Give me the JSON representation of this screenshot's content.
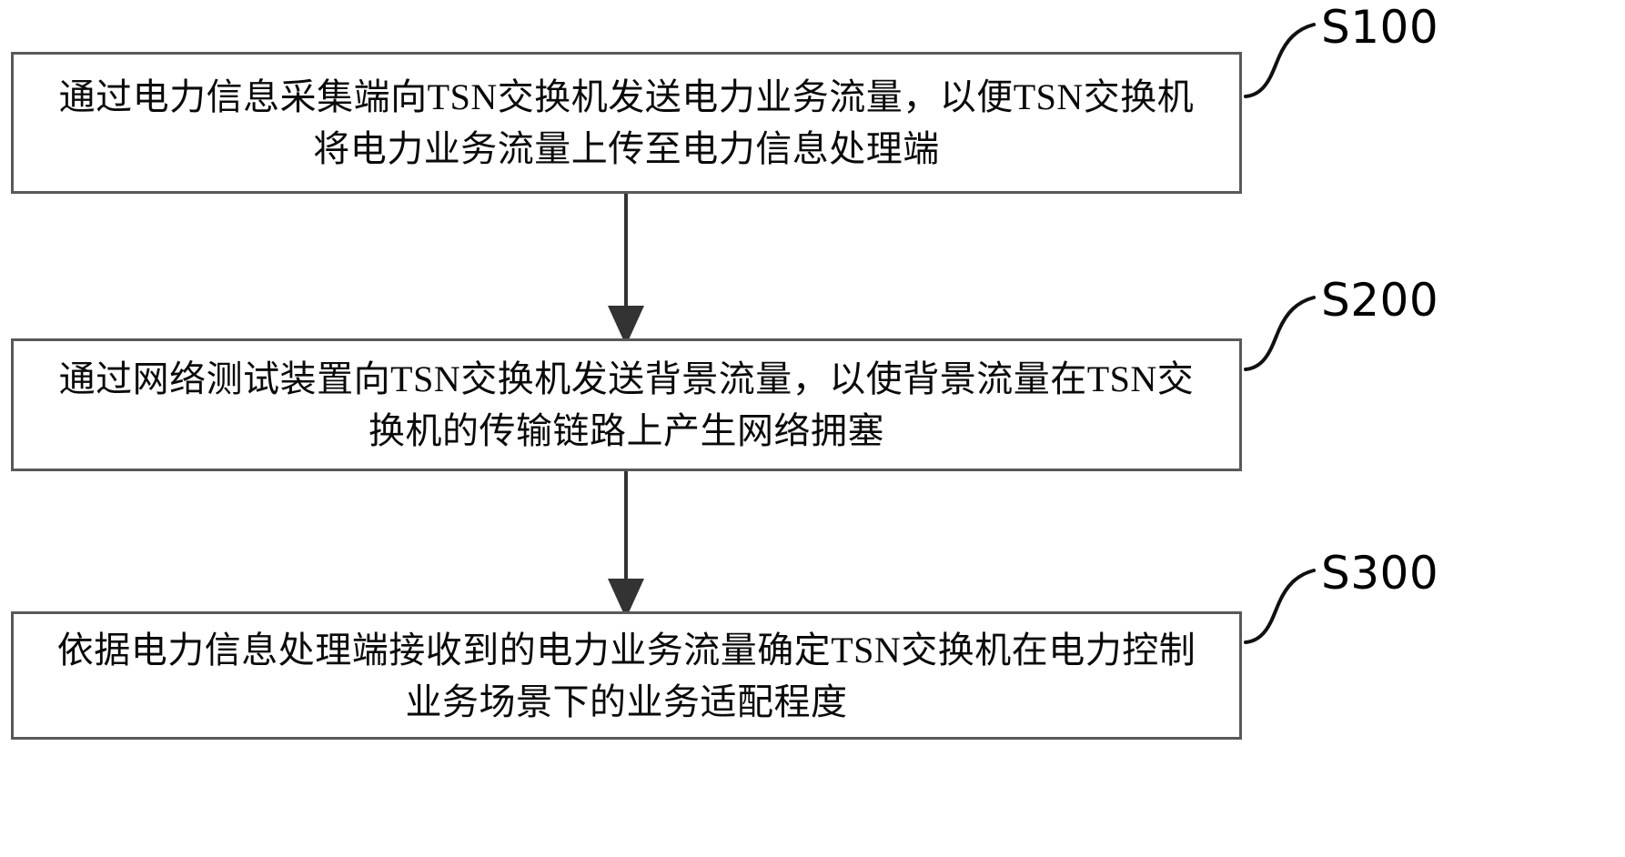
{
  "diagram": {
    "type": "flowchart",
    "orientation": "vertical",
    "background_color": "#ffffff",
    "box_border_color": "#595959",
    "text_color": "#0a0a0a",
    "label_color": "#000000",
    "arrow_color": "#333333",
    "steps": [
      {
        "id": "S100",
        "label": "S100",
        "lines": [
          "通过电力信息采集端向TSN交换机发送电力业务流量，以便TSN交换机",
          "将电力业务流量上传至电力信息处理端"
        ]
      },
      {
        "id": "S200",
        "label": "S200",
        "lines": [
          "通过网络测试装置向TSN交换机发送背景流量，以使背景流量在TSN交",
          "换机的传输链路上产生网络拥塞"
        ]
      },
      {
        "id": "S300",
        "label": "S300",
        "lines": [
          "依据电力信息处理端接收到的电力业务流量确定TSN交换机在电力控制",
          "业务场景下的业务适配程度"
        ]
      }
    ],
    "connectors": [
      {
        "from": "S100",
        "to": "S200",
        "style": "arrow-down"
      },
      {
        "from": "S200",
        "to": "S300",
        "style": "arrow-down"
      }
    ]
  }
}
